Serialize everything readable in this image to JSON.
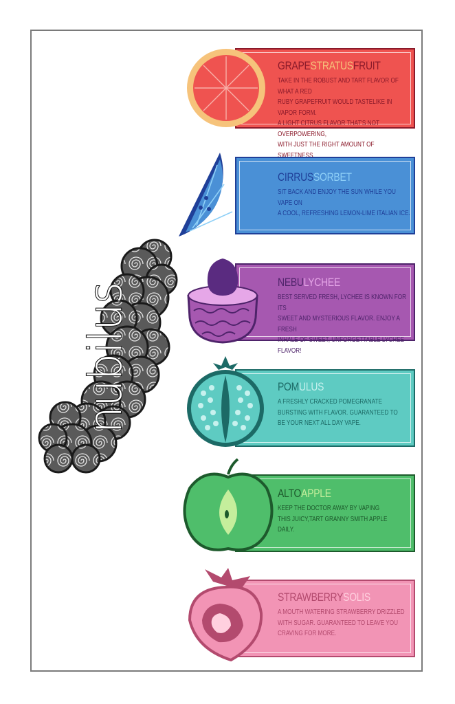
{
  "brand": {
    "name": "nubilus"
  },
  "flavors": [
    {
      "name_a": "GRAPE",
      "name_b": "STRATUS",
      "name_c": "FRUIT",
      "description": "TAKE IN THE ROBUST AND TART FLAVOR OF WHAT A RED\nRUBY GRAPEFRUIT WOULD TASTELIKE IN VAPOR FORM.\nA LIGHT CITRUS FLAVOR THAT'S NOT OVERPOWERING,\nWITH JUST THE RIGHT AMOUNT OF SWEETNESS.",
      "card_color": "#ef5350",
      "border_color": "#8b1a2a",
      "accent_color": "#f6c37b",
      "fruit_icon": "grapefruit-icon"
    },
    {
      "name_a": "CIRRUS",
      "name_b": "SORBET",
      "name_c": "",
      "description": "SIT BACK AND ENJOY THE SUN WHILE YOU VAPE ON\nA COOL, REFRESHING LEMON-LIME ITALIAN ICE.",
      "card_color": "#4a90d6",
      "border_color": "#1f3f98",
      "accent_color": "#8fd0f7",
      "fruit_icon": "citrus-slice-icon"
    },
    {
      "name_a": "NEBU",
      "name_b": "LYCHEE",
      "name_c": "",
      "description": "BEST SERVED FRESH, LYCHEE IS KNOWN FOR ITS\nSWEET AND MYSTERIOUS FLAVOR. ENJOY A FRESH\nINHALE OF SWEET, UNFORGETTABLE LYCHEE FLAVOR!",
      "card_color": "#a658b0",
      "border_color": "#4e236a",
      "accent_color": "#e6a7e8",
      "fruit_icon": "lychee-icon"
    },
    {
      "name_a": "POM",
      "name_b": "ULUS",
      "name_c": "",
      "description": "A FRESHLY CRACKED POMEGRANATE\nBURSTING WITH FLAVOR. GUARANTEED TO\nBE YOUR NEXT ALL DAY VAPE.",
      "card_color": "#5ecbc2",
      "border_color": "#1c6a66",
      "accent_color": "#c7f1ee",
      "fruit_icon": "pomegranate-icon"
    },
    {
      "name_a": "ALTO",
      "name_b": "APPLE",
      "name_c": "",
      "description": "KEEP THE DOCTOR AWAY BY VAPING\nTHIS JUICY,TART GRANNY SMITH APPLE\nDAILY.",
      "card_color": "#4fbe6b",
      "border_color": "#1d5a2c",
      "accent_color": "#c5ee9c",
      "fruit_icon": "apple-icon"
    },
    {
      "name_a": "STRAWBERRY",
      "name_b": "SOLIS",
      "name_c": "",
      "description": "A MOUTH WATERING STRAWBERRY DRIZZLED\nWITH SUGAR. GUARANTEED TO LEAVE YOU\nCRAVING FOR MORE.",
      "card_color": "#f294b5",
      "border_color": "#b34a6e",
      "accent_color": "#ffd0df",
      "fruit_icon": "strawberry-icon"
    }
  ]
}
